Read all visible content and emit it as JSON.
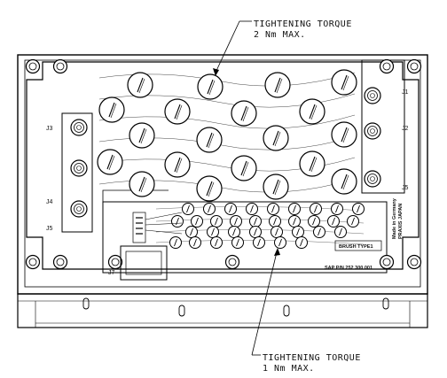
{
  "callouts": {
    "top_line1": "TIGHTENING TORQUE",
    "top_line2": "2 Nm MAX.",
    "bottom_line1": "TIGHTENING TORQUE",
    "bottom_line2": "1 Nm MAX."
  },
  "connectors": {
    "j1": "J1",
    "j2": "J2",
    "j3": "J3",
    "j4": "J4",
    "j5_left": "J5",
    "j5_right": "J5",
    "j7": "J7"
  },
  "labels": {
    "part_number": "SAP P/N 252 300 001",
    "brush_type": "BRUSH TYPE1",
    "made_in_line1": "Made in Germany",
    "made_in_line2": "PRAXIS JAPAN"
  }
}
